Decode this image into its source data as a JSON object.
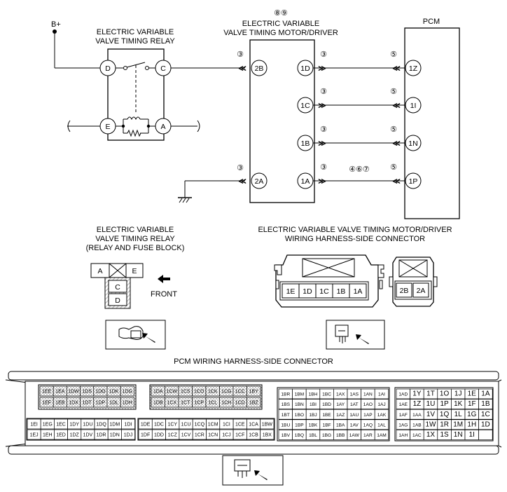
{
  "labels": {
    "bplus": "B+",
    "relay_title_1": "ELECTRIC VARIABLE",
    "relay_title_2": "VALVE TIMING RELAY",
    "motor_title_1": "ELECTRIC VARIABLE",
    "motor_title_2": "VALVE TIMING MOTOR/DRIVER",
    "motor_notes": "⑧⑨",
    "pcm": "PCM",
    "relay_conn_1": "ELECTRIC VARIABLE",
    "relay_conn_2": "VALVE TIMING RELAY",
    "relay_conn_3": "(RELAY AND FUSE BLOCK)",
    "motor_conn_1": "ELECTRIC VARIABLE VALVE TIMING MOTOR/DRIVER",
    "motor_conn_2": "WIRING HARNESS-SIDE CONNECTOR",
    "front": "FRONT",
    "pcm_conn_title": "PCM WIRING HARNESS-SIDE CONNECTOR"
  },
  "relay_pins": {
    "d": "D",
    "c": "C",
    "e": "E",
    "a": "A"
  },
  "motor_pins": {
    "p2b": "2B",
    "p2a": "2A",
    "p1d": "1D",
    "p1c": "1C",
    "p1b": "1B",
    "p1a": "1A"
  },
  "pcm_pins": {
    "p1z": "1Z",
    "p1i": "1I",
    "p1n": "1N",
    "p1p": "1P"
  },
  "wire_notes": {
    "n3": "③",
    "n5": "⑤",
    "n467": "④⑥⑦"
  },
  "relay_block": {
    "a": "A",
    "e": "E",
    "c": "C",
    "d": "D"
  },
  "motor_connector": {
    "main": [
      "1E",
      "1D",
      "1C",
      "1B",
      "1A"
    ],
    "small": [
      "2B",
      "2A"
    ]
  },
  "pcm_connector": {
    "b1_top": [
      "1EE",
      "1EA",
      "1DW",
      "1DS",
      "1DO",
      "1DK",
      "1DG"
    ],
    "b1_bot": [
      "1EF",
      "1EB",
      "1DX",
      "1DT",
      "1DP",
      "1DL",
      "1DH"
    ],
    "b2_top": [
      "1DA",
      "1CW",
      "1CS",
      "1CO",
      "1CK",
      "1CG",
      "1CC",
      "1BY"
    ],
    "b2_bot": [
      "1DB",
      "1CX",
      "1CT",
      "1CP",
      "1CL",
      "1CH",
      "1CD",
      "1BZ"
    ],
    "b3_top": [
      "1EI",
      "1EG",
      "1EC",
      "1DY",
      "1DU",
      "1DQ",
      "1DM",
      "1DI"
    ],
    "b3_bot": [
      "1EJ",
      "1EH",
      "1ED",
      "1DZ",
      "1DV",
      "1DR",
      "1DN",
      "1DJ"
    ],
    "b4_top": [
      "1DE",
      "1DC",
      "1CY",
      "1CU",
      "1CQ",
      "1CM",
      "1CI",
      "1CE",
      "1CA",
      "1BW"
    ],
    "b4_bot": [
      "1DF",
      "1DD",
      "1CZ",
      "1CV",
      "1CR",
      "1CN",
      "1CJ",
      "1CF",
      "1CB",
      "1BX"
    ],
    "b5_rows": [
      [
        "1BR",
        "1BM",
        "1BH",
        "1BC",
        "1AX",
        "1AS",
        "1AN",
        "1AI"
      ],
      [
        "1BS",
        "1BN",
        "1BI",
        "1BD",
        "1AY",
        "1AT",
        "1AO",
        "1AJ"
      ],
      [
        "1BT",
        "1BO",
        "1BJ",
        "1BE",
        "1AZ",
        "1AU",
        "1AP",
        "1AK"
      ],
      [
        "1BU",
        "1BP",
        "1BK",
        "1BF",
        "1BA",
        "1AV",
        "1AQ",
        "1AL"
      ],
      [
        "1BV",
        "1BQ",
        "1BL",
        "1BG",
        "1BB",
        "1AW",
        "1AR",
        "1AM"
      ]
    ],
    "b6_rows": [
      [
        "1AD",
        "1Y",
        "1T",
        "1O",
        "1J",
        "1E",
        "1A"
      ],
      [
        "1AE",
        "1Z",
        "1U",
        "1P",
        "1K",
        "1F",
        "1B"
      ],
      [
        "1AF",
        "1AA",
        "1V",
        "1Q",
        "1L",
        "1G",
        "1C"
      ],
      [
        "1AG",
        "1AB",
        "1W",
        "1R",
        "1M",
        "1H",
        "1D"
      ],
      [
        "1AH",
        "1AC",
        "1X",
        "1S",
        "1N",
        "1I",
        ""
      ]
    ]
  }
}
